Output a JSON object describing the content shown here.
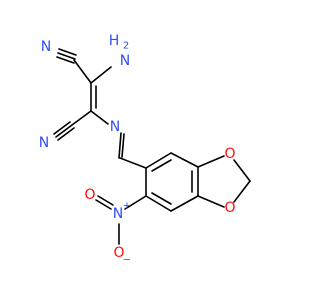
{
  "colors": {
    "background": "#ffffff",
    "bond": "#000000",
    "nitrogen": "#3050f8",
    "oxygen": "#ff0d0d"
  },
  "atoms": {
    "nitrile_top_n": "N",
    "amino_h": "H",
    "amino_subscript": "2",
    "amino_n": "N",
    "nitrile_bottom_n": "N",
    "imine_n": "N",
    "ring_o_top": "O",
    "ring_o_bottom": "O",
    "nitro_n": "N",
    "nitro_n_charge": "+",
    "nitro_o_top": "O",
    "nitro_o_bottom": "O",
    "nitro_o_charge": "−"
  }
}
